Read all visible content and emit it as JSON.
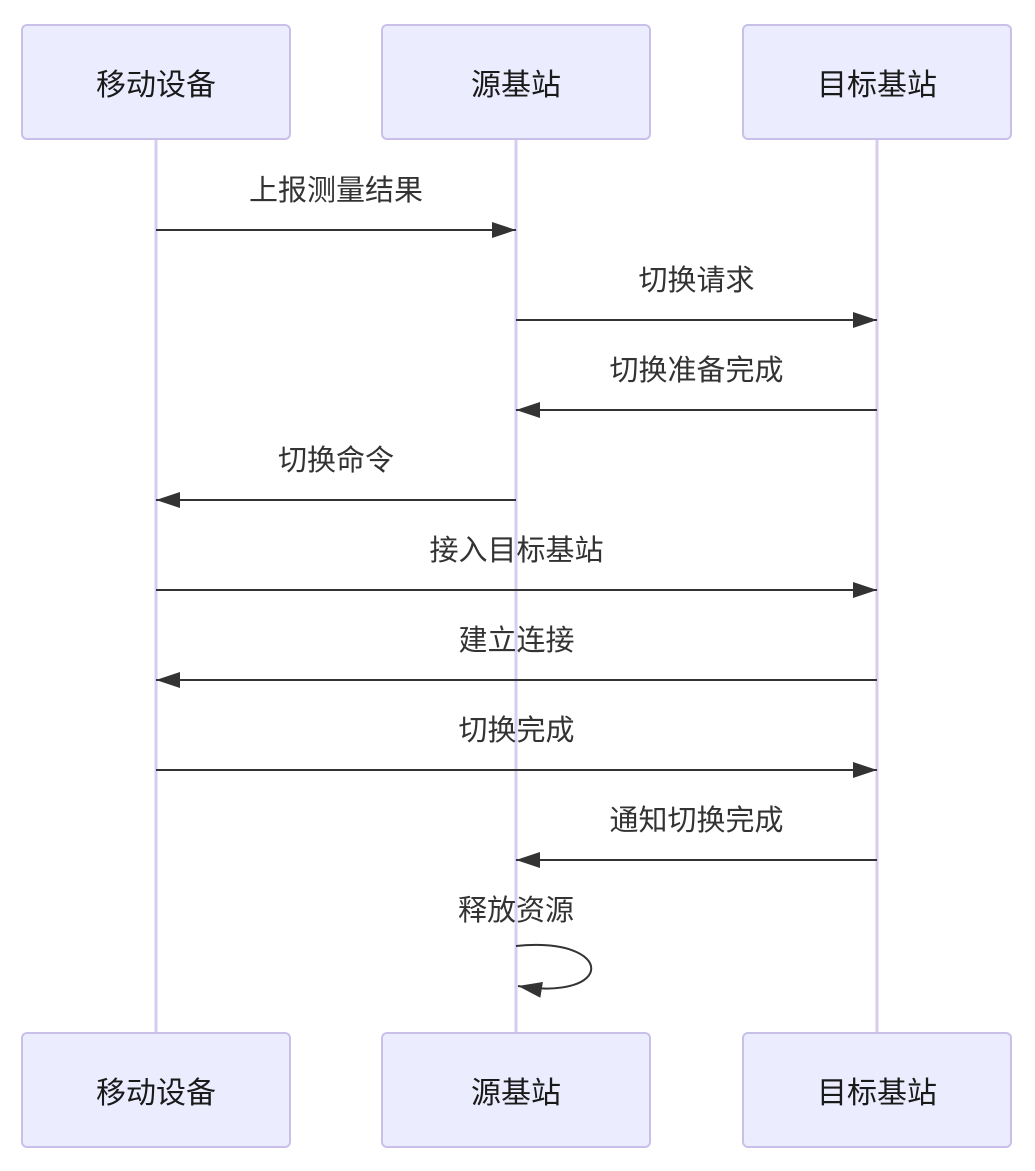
{
  "diagram": {
    "type": "sequence",
    "participants": [
      {
        "id": "mobile",
        "label": "移动设备"
      },
      {
        "id": "source",
        "label": "源基站"
      },
      {
        "id": "target",
        "label": "目标基站"
      }
    ],
    "messages": [
      {
        "from": "mobile",
        "to": "source",
        "label": "上报测量结果",
        "kind": "solid-arrow"
      },
      {
        "from": "source",
        "to": "target",
        "label": "切换请求",
        "kind": "solid-arrow"
      },
      {
        "from": "target",
        "to": "source",
        "label": "切换准备完成",
        "kind": "solid-arrow"
      },
      {
        "from": "source",
        "to": "mobile",
        "label": "切换命令",
        "kind": "solid-arrow"
      },
      {
        "from": "mobile",
        "to": "target",
        "label": "接入目标基站",
        "kind": "solid-arrow"
      },
      {
        "from": "target",
        "to": "mobile",
        "label": "建立连接",
        "kind": "solid-arrow"
      },
      {
        "from": "mobile",
        "to": "target",
        "label": "切换完成",
        "kind": "solid-arrow"
      },
      {
        "from": "target",
        "to": "source",
        "label": "通知切换完成",
        "kind": "solid-arrow"
      },
      {
        "from": "source",
        "to": "source",
        "label": "释放资源",
        "kind": "self-loop"
      }
    ],
    "colors": {
      "background": "#FFFFFF",
      "actor_fill": "#ECECFF",
      "actor_border": "#C9C0EA",
      "lifeline": "#D5CCF0",
      "arrow": "#333333",
      "message_text": "#333333",
      "actor_text": "#1A1A1A"
    }
  }
}
